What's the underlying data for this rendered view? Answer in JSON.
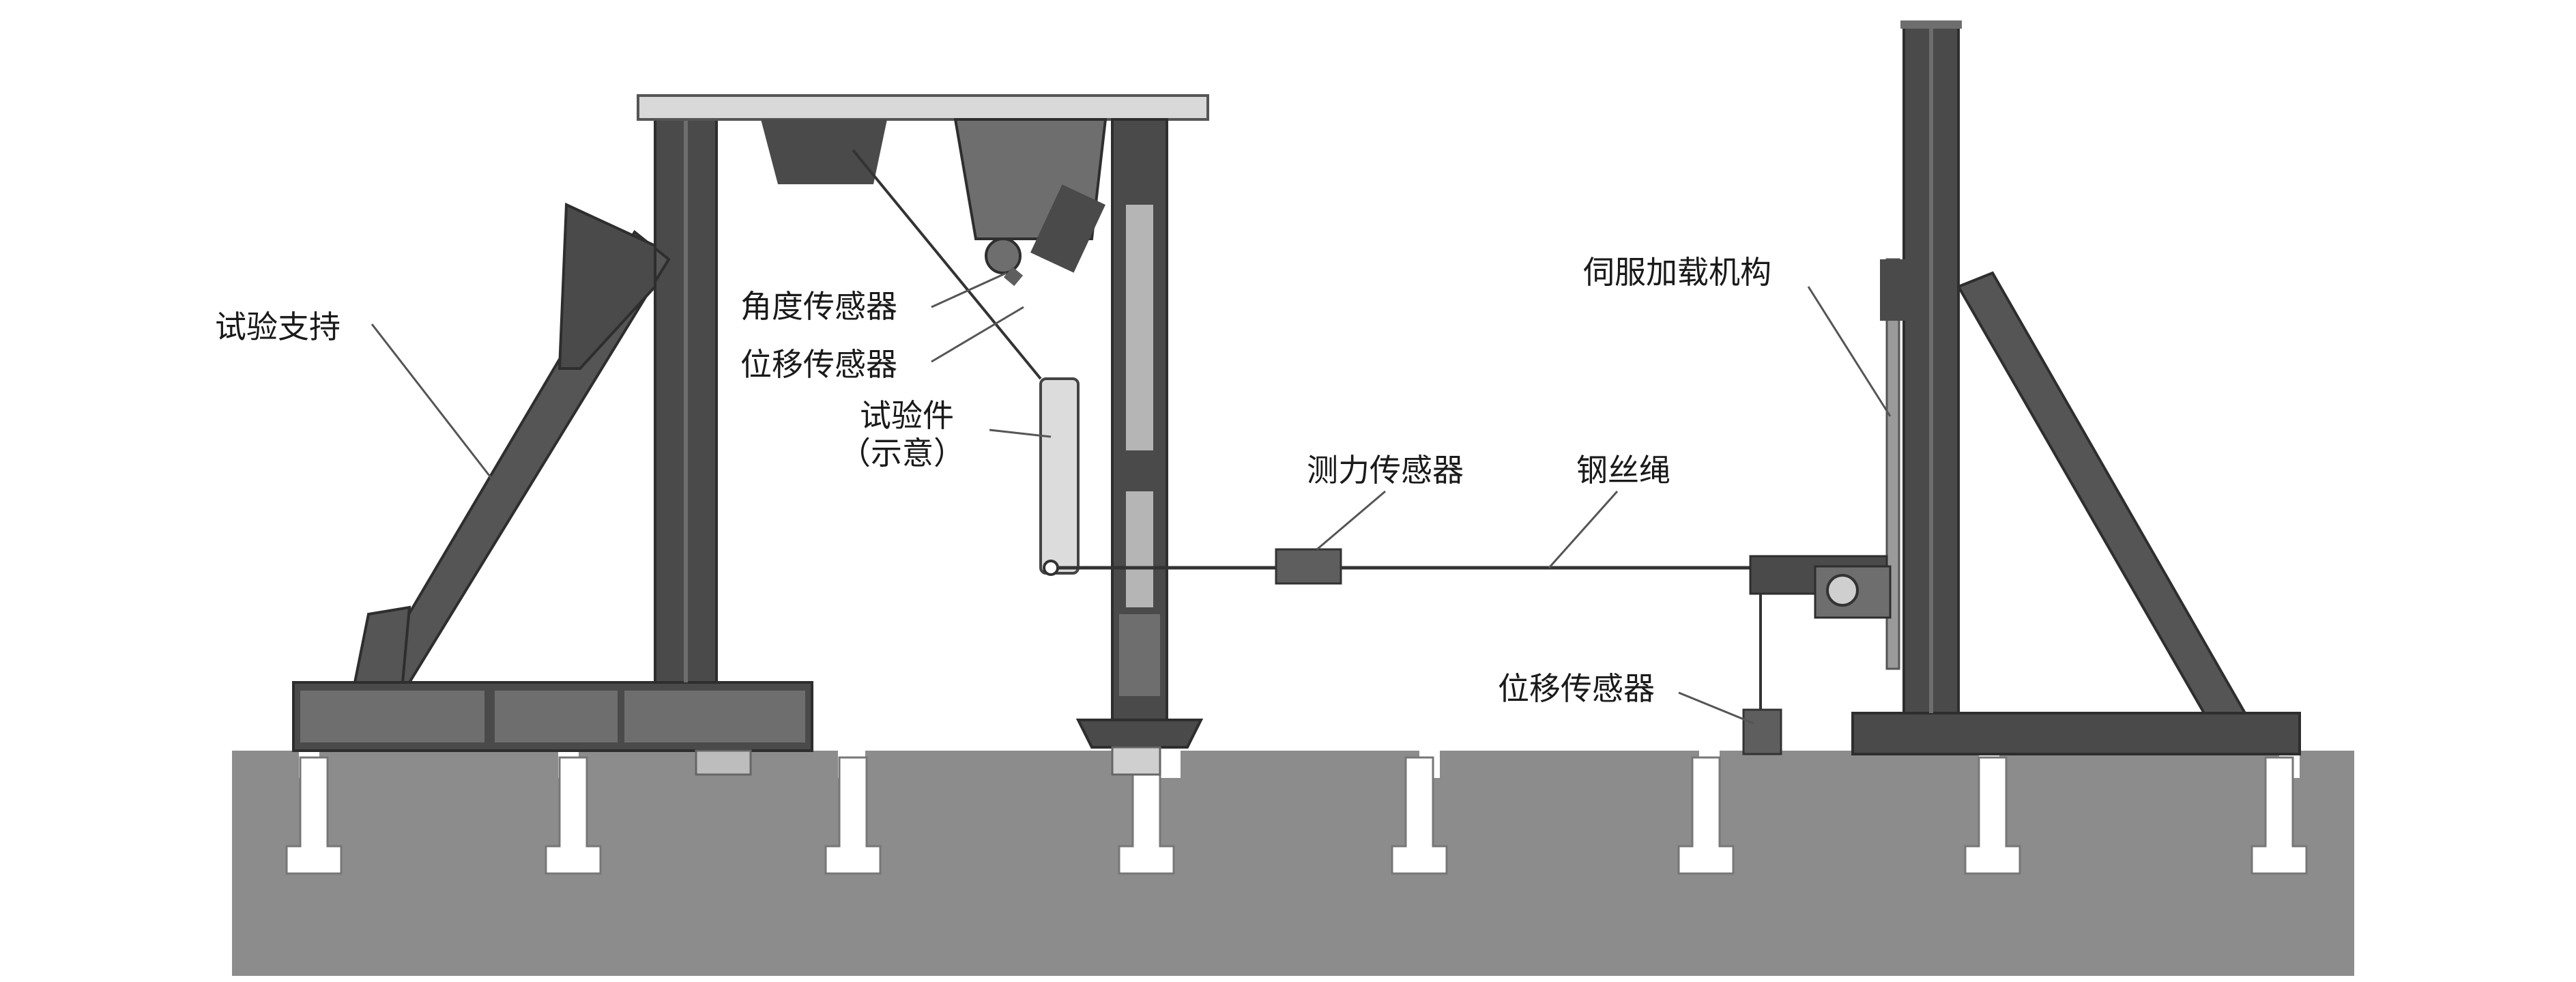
{
  "labels": {
    "test_support": "试验支持",
    "angle_sensor": "角度传感器",
    "displacement_sensor_top": "位移传感器",
    "specimen_line1": "试验件",
    "specimen_line2": "（示意）",
    "force_sensor": "测力传感器",
    "wire_rope": "钢丝绳",
    "servo_loading": "伺服加载机构",
    "displacement_sensor_bottom": "位移传感器"
  },
  "colors": {
    "ground": "#8c8c8c",
    "frame_dark": "#4a4a4a",
    "frame_mid": "#6e6e6e",
    "frame_light": "#b5b5b5",
    "beam_top": "#d9d9d9",
    "leader": "#555555",
    "sensor_box": "#5e5e5e"
  }
}
